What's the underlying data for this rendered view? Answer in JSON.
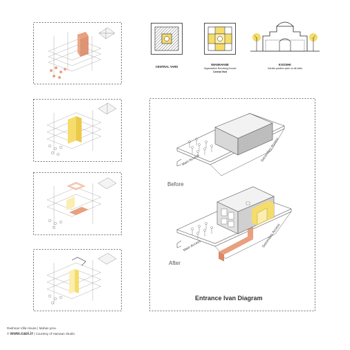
{
  "typology": {
    "central_yard": {
      "label": "CENTRAL YARD"
    },
    "miankhane": {
      "label": "MIANKHANE",
      "caption_line1": "Organization Revolving Around",
      "caption_line2": "Central Yard"
    },
    "kooshk": {
      "label": "KOOSHK",
      "caption": "Garden pavilion open on all sides"
    }
  },
  "entrance_diagram": {
    "title": "Entrance Ivan Diagram",
    "before_label": "Before",
    "after_label": "After",
    "main_access": "Main Access",
    "secondary_access": "Secondary Access"
  },
  "credits": {
    "line1": "Rashnan Villa House | Mahan prov.",
    "copyright_symbol": "©",
    "website": "www.caoi.ir",
    "courtesy": "| Courtesy of Hamaan Studio"
  },
  "colors": {
    "yellow": "#f6dc6a",
    "pale_yellow": "#fbeeb0",
    "salmon": "#e9a07e",
    "line": "#555555"
  }
}
